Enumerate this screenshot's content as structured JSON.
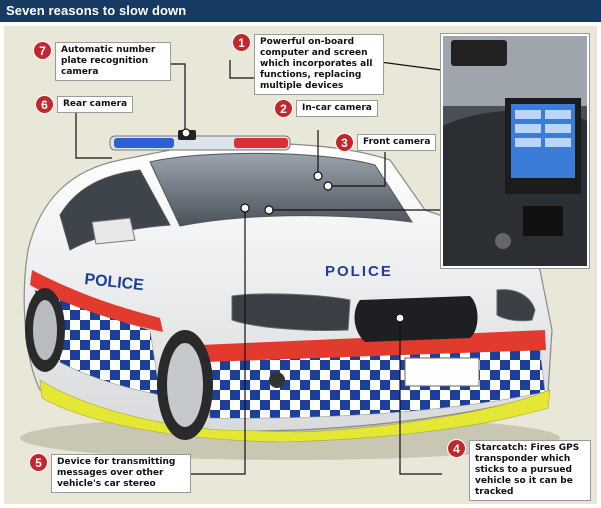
{
  "header": {
    "title": "Seven reasons to slow down"
  },
  "colors": {
    "header_bg": "#173a63",
    "badge": "#c1272d",
    "panel_bg": "#e9e7d8"
  },
  "callouts": [
    {
      "number": "1",
      "text": "Powerful on-board computer and screen which incorporates all functions, replacing multiple devices"
    },
    {
      "number": "2",
      "text": "In-car camera"
    },
    {
      "number": "3",
      "text": "Front camera"
    },
    {
      "number": "4",
      "text": "Starcatch: Fires GPS transponder which sticks to a pursued vehicle so it can be tracked"
    },
    {
      "number": "5",
      "text": "Device for transmitting messages over other vehicle's car stereo"
    },
    {
      "number": "6",
      "text": "Rear camera"
    },
    {
      "number": "7",
      "text": "Automatic number plate recognition camera"
    }
  ],
  "car": {
    "side_text": "POLICE",
    "bonnet_text": "POLICE"
  }
}
